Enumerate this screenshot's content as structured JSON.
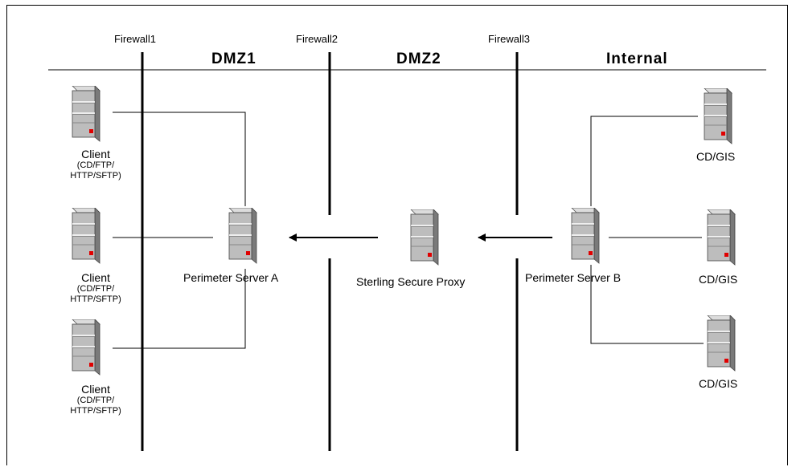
{
  "firewalls": [
    {
      "label": "Firewall1"
    },
    {
      "label": "Firewall2"
    },
    {
      "label": "Firewall3"
    }
  ],
  "zones": [
    {
      "label": "DMZ1"
    },
    {
      "label": "DMZ2"
    },
    {
      "label": "Internal"
    }
  ],
  "clients": [
    {
      "label": "Client",
      "sub1": "(CD/FTP/",
      "sub2": "HTTP/SFTP)"
    },
    {
      "label": "Client",
      "sub1": "(CD/FTP/",
      "sub2": "HTTP/SFTP)"
    },
    {
      "label": "Client",
      "sub1": "(CD/FTP/",
      "sub2": "HTTP/SFTP)"
    }
  ],
  "perimeter_a": {
    "label": "Perimeter Server A"
  },
  "proxy": {
    "label": "Sterling Secure Proxy"
  },
  "perimeter_b": {
    "label": "Perimeter Server B"
  },
  "cdgis": [
    {
      "label": "CD/GIS"
    },
    {
      "label": "CD/GIS"
    },
    {
      "label": "CD/GIS"
    }
  ],
  "colors": {
    "server_body": "#bdbdbd",
    "server_side": "#7a7a7a",
    "indicator": "#e00000"
  }
}
